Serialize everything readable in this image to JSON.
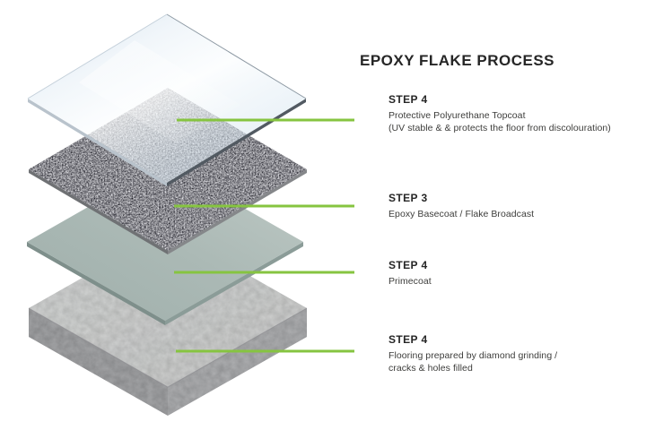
{
  "title": "EPOXY FLAKE PROCESS",
  "colors": {
    "accent_green": "#86c440",
    "heading_text": "#262626",
    "body_text": "#3d3d3b",
    "glass_tint": "#dce8f2",
    "primecoat": "#aab8b4",
    "concrete_top": "#d6d8d7",
    "concrete_side_left": "#97989b",
    "concrete_side_right": "#a5a6a9"
  },
  "diagram": {
    "layer_names": [
      "protective-topcoat-glass-layer",
      "epoxy-flake-broadcast-layer",
      "primecoat-layer",
      "prepared-concrete-slab-layer"
    ]
  },
  "steps": [
    {
      "label": "STEP 4",
      "body_lines": [
        "Protective Polyurethane Topcoat",
        "(UV stable & & protects the floor from discolouration)"
      ]
    },
    {
      "label": "STEP 3",
      "body_lines": [
        "Epoxy Basecoat / Flake Broadcast"
      ]
    },
    {
      "label": "STEP 4",
      "body_lines": [
        "Primecoat"
      ]
    },
    {
      "label": "STEP 4",
      "body_lines": [
        "Flooring prepared by diamond  grinding /",
        "cracks & holes filled"
      ]
    }
  ]
}
